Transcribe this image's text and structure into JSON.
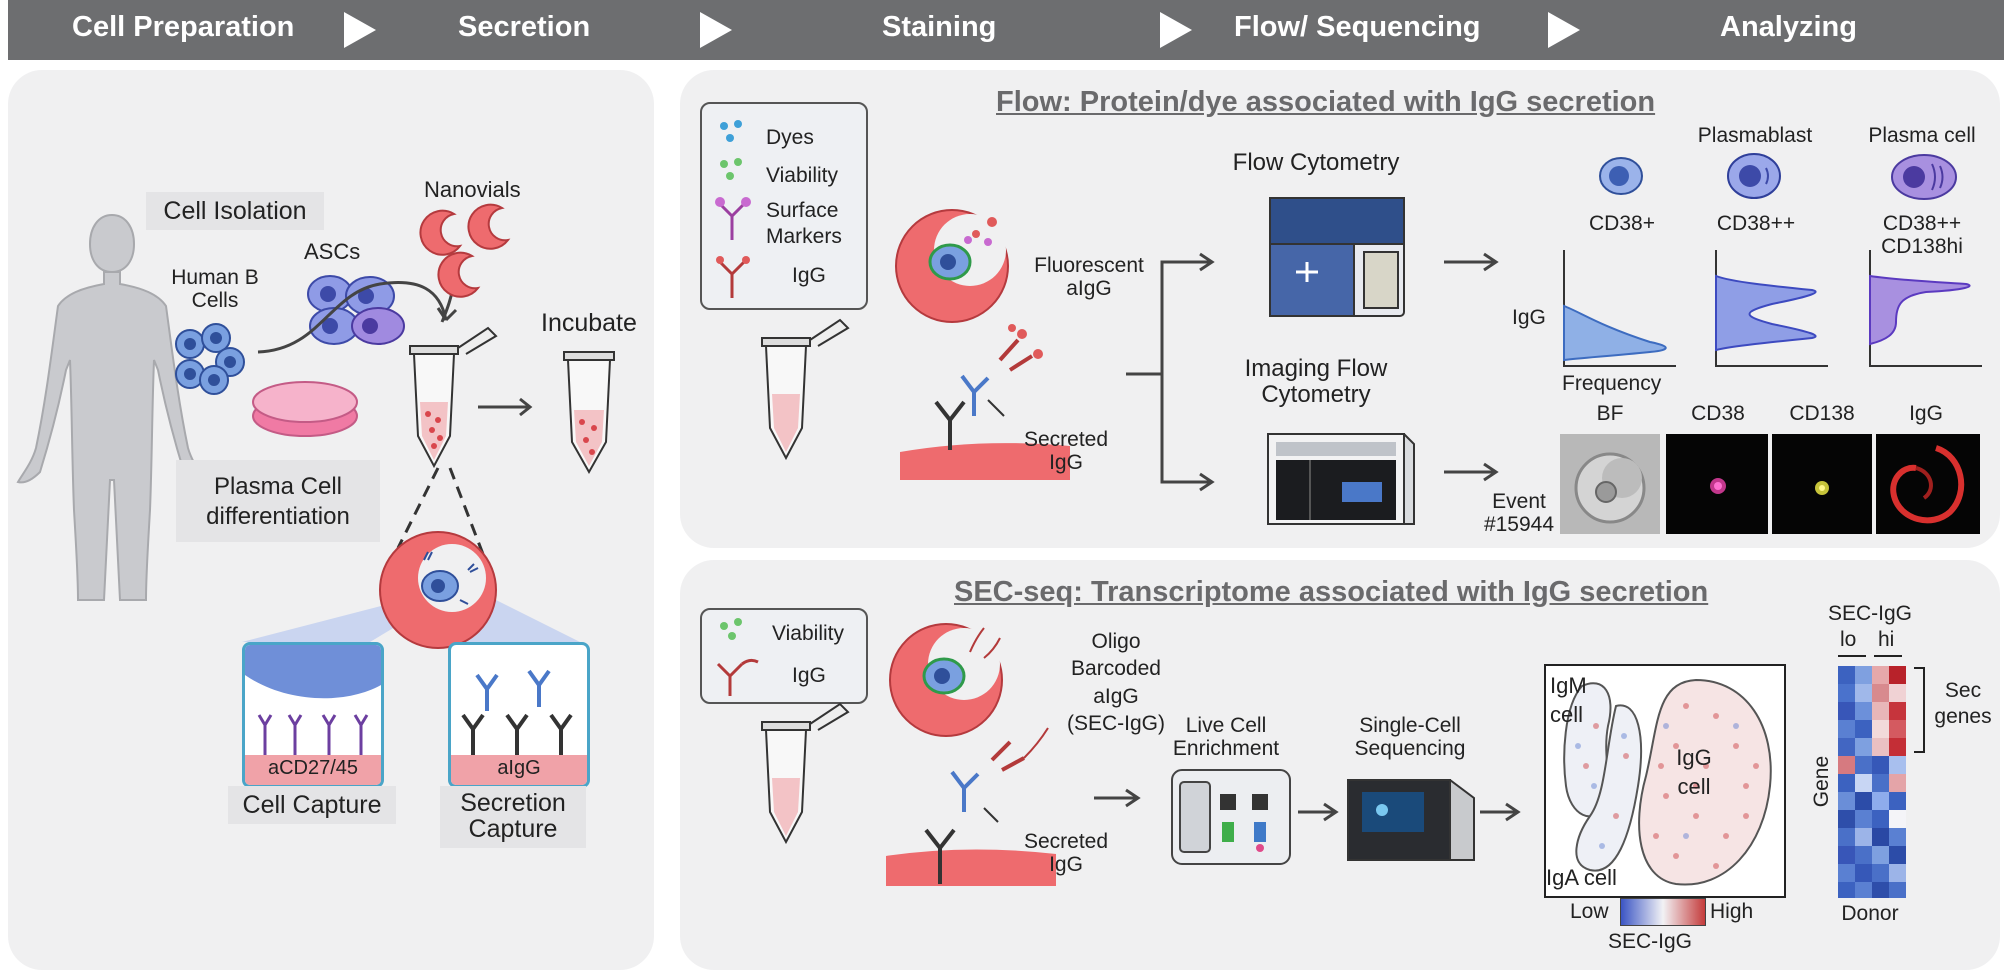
{
  "header": {
    "steps": [
      "Cell Preparation",
      "Secretion",
      "Staining",
      "Flow/ Sequencing",
      "Analyzing"
    ]
  },
  "left": {
    "cell_isolation": "Cell Isolation",
    "human_b_cells": [
      "Human B",
      "Cells"
    ],
    "ascs": "ASCs",
    "nanovials": "Nanovials",
    "incubate": "Incubate",
    "plasma_diff": [
      "Plasma Cell",
      "differentiation"
    ],
    "acd": "aCD27/45",
    "aigg": "aIgG",
    "cell_capture": "Cell Capture",
    "secretion_capture": [
      "Secretion",
      "Capture"
    ]
  },
  "flow": {
    "title": "Flow: Protein/dye associated with IgG secretion",
    "legend": [
      "Dyes",
      "Viability",
      "Surface",
      "Markers",
      "IgG"
    ],
    "fluorescent": [
      "Fluorescent",
      "aIgG"
    ],
    "secreted": [
      "Secreted",
      "IgG"
    ],
    "flow_cytometry": "Flow Cytometry",
    "imaging": [
      "Imaging Flow",
      "Cytometry"
    ],
    "plasmablast": "Plasmablast",
    "plasma_cell": "Plasma cell",
    "cd38p": "CD38+",
    "cd38pp": "CD38++",
    "cd38pp2": [
      "CD38++",
      "CD138hi"
    ],
    "igg_axis": "IgG",
    "frequency": "Frequency",
    "event": [
      "Event",
      "#15944"
    ],
    "channels": [
      "BF",
      "CD38",
      "CD138",
      "IgG"
    ]
  },
  "secseq": {
    "title": "SEC-seq: Transcriptome associated with IgG secretion",
    "legend": [
      "Viability",
      "IgG"
    ],
    "oligo": [
      "Oligo",
      "Barcoded",
      "aIgG",
      "(SEC-IgG)"
    ],
    "secreted": [
      "Secreted",
      "IgG"
    ],
    "live_cell": [
      "Live Cell",
      "Enrichment"
    ],
    "single_cell": [
      "Single-Cell",
      "Sequencing"
    ],
    "igm": [
      "IgM",
      "cell"
    ],
    "igg": [
      "IgG",
      "cell"
    ],
    "iga": "IgA cell",
    "low": "Low",
    "high": "High",
    "scale_label": "SEC-IgG",
    "heat_title": "SEC-IgG",
    "lo": "lo",
    "hi": "hi",
    "sec_genes": [
      "Sec",
      "genes"
    ],
    "gene": "Gene",
    "donor": "Donor"
  },
  "colors": {
    "header": "#6d6e70",
    "panel": "#f0f0f1",
    "nanovial": "#e8555a",
    "cell": "#5b7fd0",
    "histogram": "#7a9ad8"
  }
}
